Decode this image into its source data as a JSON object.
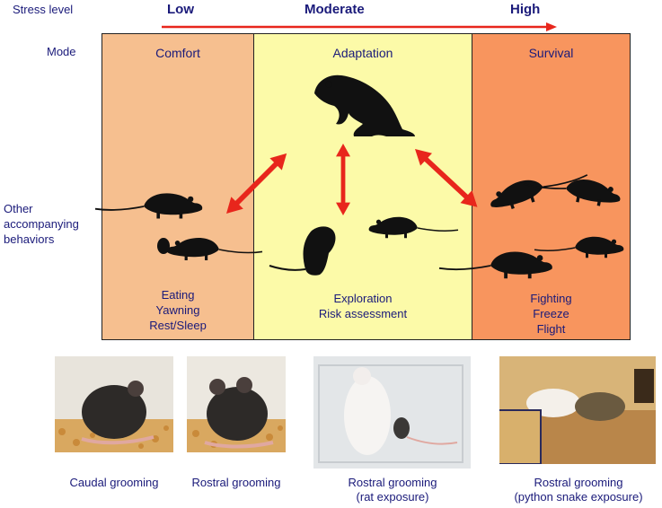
{
  "header": {
    "stress_label": "Stress level",
    "levels": [
      "Low",
      "Moderate",
      "High"
    ],
    "mode_label": "Mode",
    "other_label": "Other accompanying behaviors"
  },
  "modes": [
    {
      "title": "Comfort",
      "behaviors": "Eating\nYawning\nRest/Sleep",
      "color": "#f6bf8f"
    },
    {
      "title": "Adaptation",
      "behaviors": "Exploration\nRisk assessment",
      "color": "#fcfaa8"
    },
    {
      "title": "Survival",
      "behaviors": "Fighting\nFreeze\nFlight",
      "color": "#f8955e"
    }
  ],
  "photos": [
    {
      "caption": "Caudal grooming"
    },
    {
      "caption": "Rostral grooming"
    },
    {
      "caption": "Rostral grooming\n(rat exposure)"
    },
    {
      "caption": "Rostral grooming\n(python snake exposure)"
    }
  ],
  "colors": {
    "arrow": "#e8261c",
    "text": "#1a1a7a",
    "silhouette": "#111111"
  },
  "icons": [
    "rat-silhouette-icon",
    "double-arrow-icon"
  ]
}
